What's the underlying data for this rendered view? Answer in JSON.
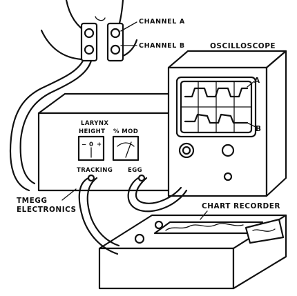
{
  "labels": {
    "channel_a": "CHANNEL A",
    "channel_b": "CHANNEL B",
    "oscilloscope": "OSCILLOSCOPE",
    "trace_a": "A",
    "trace_b": "B",
    "larynx_line1": "LARYNX",
    "larynx_line2": "HEIGHT",
    "larynx_scale_minus": "−",
    "larynx_scale_zero": "0",
    "larynx_scale_plus": "+",
    "mod": "% MOD",
    "tracking": "TRACKING",
    "egg": "EGG",
    "tmegg_line1": "TMEGG",
    "tmegg_line2": "ELECTRONICS",
    "chart_recorder": "CHART RECORDER"
  }
}
